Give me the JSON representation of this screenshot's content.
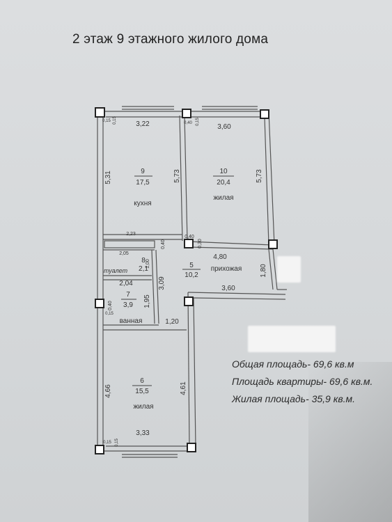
{
  "title": "2 этаж 9 этажного жилого дома",
  "rooms": [
    {
      "id": "kitchen",
      "number": "9",
      "area": "17,5",
      "name": "кухня"
    },
    {
      "id": "living10",
      "number": "10",
      "area": "20,4",
      "name": "жилая"
    },
    {
      "id": "toilet",
      "number": "8",
      "area": "2,1",
      "name": "туалет"
    },
    {
      "id": "hall",
      "number": "5",
      "area": "10,2",
      "name": "прихожая"
    },
    {
      "id": "bath",
      "number": "7",
      "area": "3,9",
      "name": "ванная"
    },
    {
      "id": "living6",
      "number": "6",
      "area": "15,5",
      "name": "жилая"
    }
  ],
  "dimensions": {
    "d322": "3,22",
    "d360top": "3,60",
    "d531": "5,31",
    "d573a": "5,73",
    "d573b": "5,73",
    "d015a": "0,15",
    "d015b": "0,15",
    "d040a": "0,40",
    "d015c": "0,15",
    "d223": "2,23",
    "d205": "2,05",
    "d040b": "0,40",
    "d040c": "0,40",
    "d030": "0,30",
    "d480": "4,80",
    "d100": "1,00",
    "d180": "1,80",
    "d204": "2,04",
    "d309": "3,09",
    "d360mid": "3,60",
    "d195": "1,95",
    "d040d": "0,40",
    "d015d": "0,15",
    "d120": "1,20",
    "d466": "4,66",
    "d461": "4,61",
    "d333": "3,33",
    "d015e": "0,15",
    "d015f": "0,15"
  },
  "summary": {
    "total": "Общая площадь- 69,6 кв.м",
    "apartment": "Площадь квартиры- 69,6 кв.м.",
    "living": "Жилая площадь- 35,9 кв.м."
  }
}
